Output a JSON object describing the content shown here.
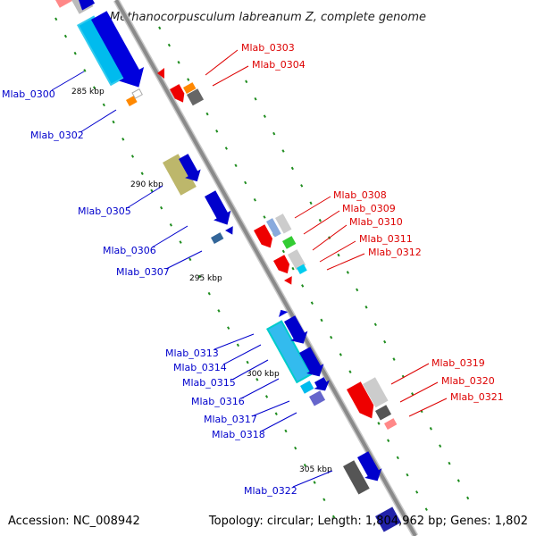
{
  "title": "Methanocorpusculum labreanum Z, complete genome",
  "footer": {
    "accession": "Accession: NC_008942",
    "topology": "Topology: circular; Length: 1,804,962 bp; Genes: 1,802"
  },
  "colors": {
    "forward_label": "#0000cc",
    "reverse_label": "#dd0000",
    "backbone": "#8c8c8c",
    "tick": "#1e8c1e"
  },
  "kbp_markers": [
    "285 kbp",
    "290 kbp",
    "295 kbp",
    "300 kbp",
    "305 kbp"
  ],
  "forward_gene_labels": [
    "Mlab_0300",
    "Mlab_0302",
    "Mlab_0305",
    "Mlab_0306",
    "Mlab_0307",
    "Mlab_0313",
    "Mlab_0314",
    "Mlab_0315",
    "Mlab_0316",
    "Mlab_0317",
    "Mlab_0318",
    "Mlab_0322"
  ],
  "reverse_gene_labels": [
    "Mlab_0303",
    "Mlab_0304",
    "Mlab_0308",
    "Mlab_0309",
    "Mlab_0310",
    "Mlab_0311",
    "Mlab_0312",
    "Mlab_0319",
    "Mlab_0320",
    "Mlab_0321"
  ]
}
